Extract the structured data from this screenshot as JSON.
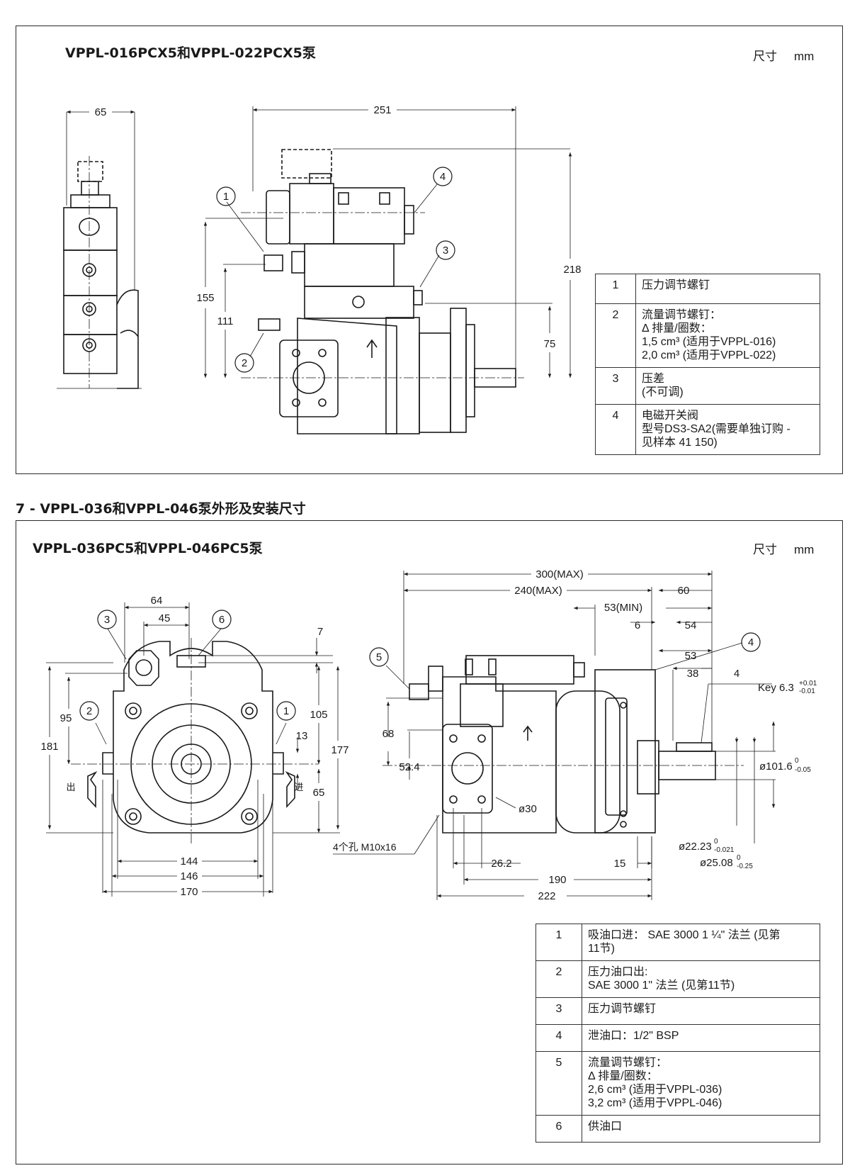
{
  "top_panel": {
    "title": "VPPL-016PCX5和VPPL-022PCX5泵",
    "unit_label": "尺寸",
    "unit": "mm",
    "dims": {
      "d65": "65",
      "d251": "251",
      "d218": "218",
      "d155": "155",
      "d111": "111",
      "d75": "75"
    },
    "callouts": [
      "1",
      "2",
      "3",
      "4"
    ],
    "legend": [
      {
        "num": "1",
        "lines": [
          "压力调节螺钉"
        ]
      },
      {
        "num": "2",
        "lines": [
          "流量调节螺钉：",
          "Δ 排量/圈数：",
          "1,5 cm³ (适用于VPPL-016)",
          "2,0 cm³ (适用于VPPL-022)"
        ]
      },
      {
        "num": "3",
        "lines": [
          "压差",
          "(不可调)"
        ]
      },
      {
        "num": "4",
        "lines": [
          "电磁开关阀",
          "型号DS3-SA2(需要单独订购 -",
          "见样本 41 150)"
        ]
      }
    ]
  },
  "section_heading": "7 - VPPL-036和VPPL-046泵外形及安装尺寸",
  "bottom_panel": {
    "title": "VPPL-036PC5和VPPL-046PC5泵",
    "unit_label": "尺寸",
    "unit": "mm",
    "dims": {
      "d64": "64",
      "d45": "45",
      "d7": "7",
      "d95": "95",
      "d181": "181",
      "d105": "105",
      "d177": "177",
      "d13": "13",
      "d65": "65",
      "d144": "144",
      "d146": "146",
      "d170": "170",
      "out_label": "出",
      "in_label": "进",
      "holes": "4个孔 M10x16",
      "d300": "300(MAX)",
      "d240": "240(MAX)",
      "d60": "60",
      "d53min": "53(MIN)",
      "d6": "6",
      "d54": "54",
      "d53": "53",
      "d38": "38",
      "d4": "4",
      "key": "Key 6.3",
      "key_tol_up": "+0.01",
      "key_tol_dn": "-0.01",
      "d68": "68",
      "d52_4": "52.4",
      "dia101": "ø101.6",
      "dia101_up": "0",
      "dia101_dn": "-0.05",
      "dia30": "ø30",
      "dia22": "ø22.23",
      "dia22_up": "0",
      "dia22_dn": "-0.021",
      "dia25": "ø25.08",
      "dia25_up": "0",
      "dia25_dn": "-0.25",
      "d26_2": "26.2",
      "d15": "15",
      "d190": "190",
      "d222": "222"
    },
    "callouts": [
      "1",
      "2",
      "3",
      "4",
      "5",
      "6"
    ],
    "legend": [
      {
        "num": "1",
        "lines": [
          "吸油口进： SAE 3000 1 ¼\" 法兰 (见第",
          "11节)"
        ]
      },
      {
        "num": "2",
        "lines": [
          "压力油口出:",
          "SAE 3000 1\" 法兰 (见第11节)"
        ]
      },
      {
        "num": "3",
        "lines": [
          "压力调节螺钉"
        ]
      },
      {
        "num": "4",
        "lines": [
          "泄油口：1/2\" BSP"
        ]
      },
      {
        "num": "5",
        "lines": [
          "流量调节螺钉：",
          "Δ 排量/圈数：",
          "2,6 cm³ (适用于VPPL-036)",
          "3,2 cm³ (适用于VPPL-046)"
        ]
      },
      {
        "num": "6",
        "lines": [
          "供油口"
        ]
      }
    ]
  }
}
